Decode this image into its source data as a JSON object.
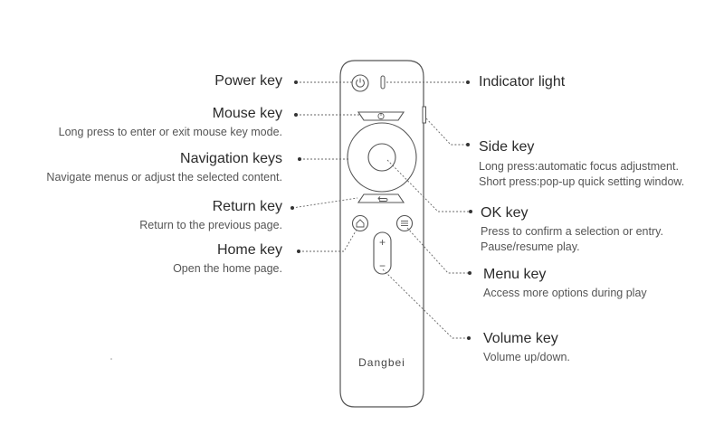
{
  "brand": "Dangbei",
  "labels": {
    "power": {
      "title": "Power key"
    },
    "mouse": {
      "title": "Mouse key",
      "desc": "Long press to enter or exit mouse key mode."
    },
    "navigation": {
      "title": "Navigation keys",
      "desc": "Navigate menus or adjust the selected content."
    },
    "return": {
      "title": "Return key",
      "desc": "Return to the previous page."
    },
    "home": {
      "title": "Home key",
      "desc": "Open the home page."
    },
    "indicator": {
      "title": "Indicator light"
    },
    "side": {
      "title": "Side key",
      "desc1": "Long press:automatic focus adjustment.",
      "desc2": "Short press:pop-up quick setting window."
    },
    "ok": {
      "title": "OK key",
      "desc1": "Press to confirm a selection or entry.",
      "desc2": "Pause/resume play."
    },
    "menu": {
      "title": "Menu key",
      "desc": "Access more options during play"
    },
    "volume": {
      "title": "Volume key",
      "desc": "Volume up/down."
    }
  },
  "volume_symbols": {
    "plus": "+",
    "minus": "−"
  }
}
